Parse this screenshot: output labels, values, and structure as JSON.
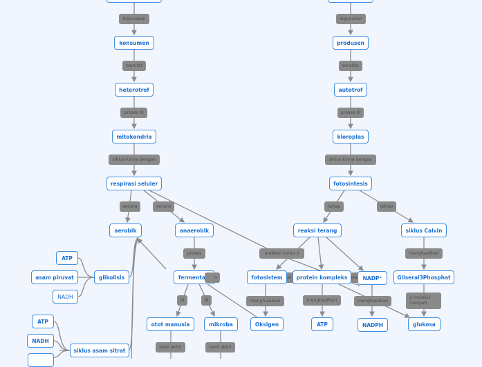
{
  "colors": {
    "background": "#f1f5fd",
    "node_border": "#3f8ee0",
    "node_text": "#1a6fd4",
    "label_bg": "#8a8a8a",
    "label_text": "#4a4a4a",
    "edge": "#8c8c8c"
  },
  "nodes": {
    "konsumen": "konsumen",
    "heterotrof": "heterotrof",
    "mitokondria": "mitokondria",
    "respirasi": "respirasi seluler",
    "aerobik": "aerobik",
    "anaerobik": "anaerobik",
    "fermentasi": "fermentasi",
    "otot": "otot manusia",
    "mikroba": "mikroba",
    "oksigen": "Oksigen",
    "glikolisis": "glikolisis",
    "atp1": "ATP",
    "piruvat": "asam piruvat",
    "nadh1": "NADH",
    "atp2": "ATP",
    "nadh2": "NADH",
    "siklus_asam": "siklus asam sitrat",
    "produsen": "produsen",
    "autotrof": "autotrof",
    "kloroplas": "kloroplas",
    "fotosintesis": "fotosintesis",
    "reaksi_terang": "reaksi terang",
    "siklus_calvin": "siklus Calvin",
    "fotosistem": "fotosistem",
    "protein": "protein kompleks",
    "nadp": "NADP⁺",
    "g3p": "Gliseral3Phosphat",
    "atp3": "ATP",
    "nadph": "NADPH",
    "glukosa": "glukosa"
  },
  "labels": {
    "digunakan_l": "digunakan",
    "bersifat_l": "bersifat",
    "proses_di_l": "proses di",
    "siklus_kimia_l": "siklus kimia dengan",
    "secara1": "secara",
    "secara2": "secara",
    "proses": "proses",
    "di1": "di",
    "di2": "di",
    "hasil1": "hasil akhir",
    "hasil2": "hasil akhir",
    "digunakan_r": "digunakan",
    "bersifat_r": "bersifat",
    "proses_di_r": "proses di",
    "siklus_kimia_r": "siklus kimia dengan",
    "tahap1": "tahap",
    "tahap2": "tahap",
    "molekul_kimia": "molekul kimia    n",
    "menghasilkan_calvin": "menghasilkan",
    "menghasilkan_foto": "menghasilkan",
    "menghasilkan_prot": "menghasilkan",
    "menghasilkan_nadp": "menghasilkan",
    "dua_molekul": "2 molekul menjadi",
    "hidden_n": "n",
    "hidden_da": "da",
    "hidden_ela": "ela"
  }
}
